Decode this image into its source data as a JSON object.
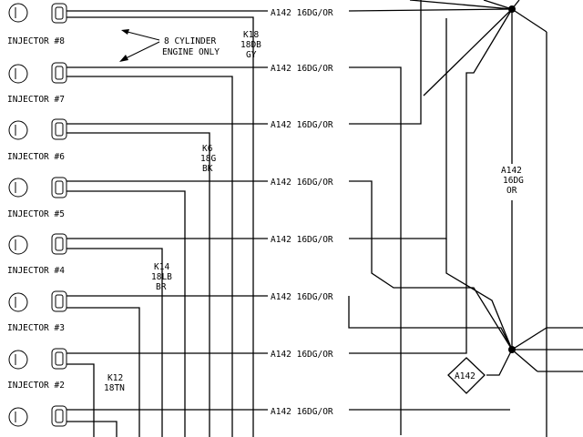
{
  "injectors": [
    {
      "label": "INJECTOR #8",
      "wire": "A142 16DG/OR"
    },
    {
      "label": "INJECTOR #7",
      "wire": "A142 16DG/OR"
    },
    {
      "label": "INJECTOR #6",
      "wire": "A142 16DG/OR"
    },
    {
      "label": "INJECTOR #5",
      "wire": "A142 16DG/OR"
    },
    {
      "label": "INJECTOR #4",
      "wire": "A142 16DG/OR"
    },
    {
      "label": "INJECTOR #3",
      "wire": "A142 16DG/OR"
    },
    {
      "label": "INJECTOR #2",
      "wire": "A142 16DG/OR"
    },
    {
      "label": "",
      "wire": "A142 16DG/OR"
    }
  ],
  "note": {
    "line1": "8 CYLINDER",
    "line2": "ENGINE ONLY"
  },
  "wire_labels": {
    "k18": {
      "line1": "K18",
      "line2": "18DB",
      "line3": "GY"
    },
    "k6": {
      "line1": "K6",
      "line2": "18G",
      "line3": "BK"
    },
    "k14": {
      "line1": "K14",
      "line2": "18LB",
      "line3": "BR"
    },
    "k12": {
      "line1": "K12",
      "line2": "18TN"
    },
    "a142_vertical": {
      "line1": "A142",
      "line2": "16DG",
      "line3": "OR"
    }
  },
  "connector_ref": "A142"
}
